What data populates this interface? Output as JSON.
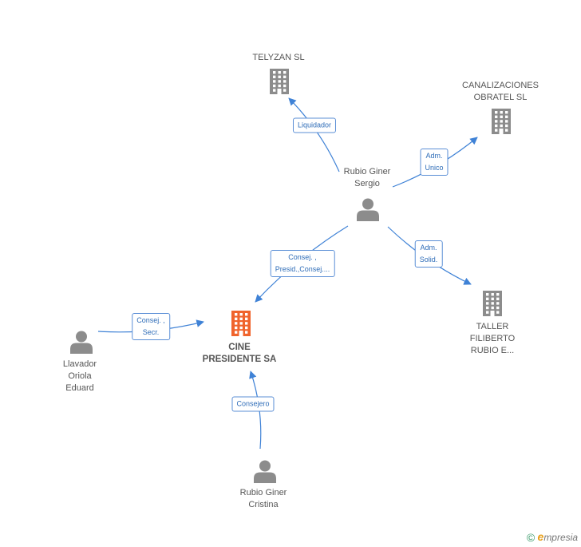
{
  "colors": {
    "edge": "#3f82d6",
    "entity_icon": "#8c8c8c",
    "person_icon": "#8c8c8c",
    "main_icon": "#f0642c"
  },
  "nodes": [
    {
      "id": "telyzan",
      "kind": "company",
      "label_lines": [
        "TELYZAN SL"
      ]
    },
    {
      "id": "canalizaciones",
      "kind": "company",
      "label_lines": [
        "CANALIZACIONES",
        "OBRATEL SL"
      ]
    },
    {
      "id": "rubio_sergio",
      "kind": "person",
      "label_lines": [
        "Rubio Giner",
        "Sergio"
      ]
    },
    {
      "id": "cine",
      "kind": "main",
      "label_lines": [
        "CINE",
        "PRESIDENTE SA"
      ]
    },
    {
      "id": "taller",
      "kind": "company",
      "label_lines": [
        "TALLER",
        "FILIBERTO",
        "RUBIO E..."
      ]
    },
    {
      "id": "llavador",
      "kind": "person",
      "label_lines": [
        "Llavador",
        "Oriola",
        "Eduard"
      ]
    },
    {
      "id": "rubio_cristina",
      "kind": "person",
      "label_lines": [
        "Rubio Giner",
        "Cristina"
      ]
    }
  ],
  "edges": [
    {
      "id": "e-liquidador",
      "from": "rubio_sergio",
      "to": "telyzan",
      "label_lines": [
        "Liquidador"
      ]
    },
    {
      "id": "e-adm-unico",
      "from": "rubio_sergio",
      "to": "canalizaciones",
      "label_lines": [
        "Adm.",
        "Unico"
      ]
    },
    {
      "id": "e-consej-presid",
      "from": "rubio_sergio",
      "to": "cine",
      "label_lines": [
        "Consej. ,",
        "Presid.,Consej...."
      ]
    },
    {
      "id": "e-adm-solid",
      "from": "rubio_sergio",
      "to": "taller",
      "label_lines": [
        "Adm.",
        "Solid."
      ]
    },
    {
      "id": "e-consej-secr",
      "from": "llavador",
      "to": "cine",
      "label_lines": [
        "Consej. ,",
        "Secr."
      ]
    },
    {
      "id": "e-consejero",
      "from": "rubio_cristina",
      "to": "cine",
      "label_lines": [
        "Consejero"
      ]
    }
  ],
  "footer": {
    "copyright": "©",
    "brand_first": "e",
    "brand_rest": "mpresia"
  }
}
